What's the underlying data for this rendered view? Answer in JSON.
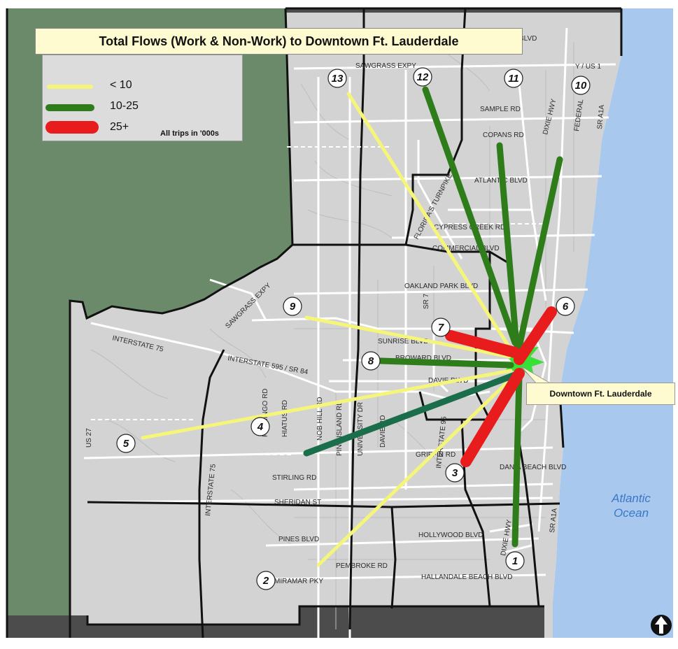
{
  "title": "Total Flows (Work & Non-Work) to Downtown Ft. Lauderdale",
  "legend": {
    "items": [
      {
        "label": "< 10",
        "color": "#f5f57a"
      },
      {
        "label": "10-25",
        "color": "#2e7d1a"
      },
      {
        "label": "25+",
        "color": "#e81c1c"
      }
    ],
    "note": "All trips in '000s"
  },
  "destination_label": "Downtown Ft. Lauderdale",
  "ocean_label": "Atlantic Ocean",
  "road_labels": {
    "sawgrass_expy_north": "SAWGRASS EXPY",
    "blvd_top": "BLVD",
    "us1": "Y / US 1",
    "sample_rd": "SAMPLE RD",
    "copans_rd": "COPANS RD",
    "dixie_hwy_north": "DIXIE HWY",
    "federal": "FEDERAL",
    "sr_a1a_north": "SR A1A",
    "atlantic_blvd": "ATLANTIC BLVD",
    "turnpike": "FLORIDA'S TURNPIKE",
    "cypress_creek": "CYPRESS CREEK RD",
    "commercial_blvd": "COMMERCIAL BLVD",
    "oakland_park": "OAKLAND PARK BLVD",
    "sr7": "SR 7",
    "sawgrass_expy_west": "SAWGRASS EXPY",
    "interstate75_north": "INTERSTATE 75",
    "sunrise_blvd": "SUNRISE BLVD",
    "broward_blvd": "BROWARD BLVD",
    "i595": "INTERSTATE 595 / SR 84",
    "davie_blvd": "DAVIE BLVD",
    "i95": "INTERSTATE 95",
    "us27": "US 27",
    "flamingo_rd": "FLAMINGO RD",
    "hiatus_rd": "HIATUS RD",
    "nob_hill_rd": "NOB HILL RD",
    "pine_island_rd": "PINE ISLAND RD",
    "university_dr": "UNIVERSITY DR",
    "davie_rd": "DAVIE RD",
    "griffin_rd": "GRIFFIN RD",
    "dania_beach": "DANIA BEACH BLVD",
    "stirling_rd": "STIRLING RD",
    "sheridan_st": "SHERIDAN ST",
    "interstate75_south": "INTERSTATE 75",
    "pines_blvd": "PINES BLVD",
    "hollywood_blvd": "HOLLYWOOD BLVD",
    "dixie_hwy_south": "DIXIE HWY",
    "sr_a1a_south": "SR A1A",
    "pembroke_rd": "PEMBROKE RD",
    "miramar_pky": "MIRAMAR PKY",
    "hallandale": "HALLANDALE BEACH BLVD"
  },
  "zones": [
    "1",
    "2",
    "3",
    "4",
    "5",
    "6",
    "7",
    "8",
    "9",
    "10",
    "11",
    "12",
    "13"
  ],
  "flows": [
    {
      "zone": "1",
      "class": "10-25"
    },
    {
      "zone": "2",
      "class": "< 10"
    },
    {
      "zone": "3",
      "class": "25+"
    },
    {
      "zone": "4",
      "class": "10-25"
    },
    {
      "zone": "5",
      "class": "< 10"
    },
    {
      "zone": "6",
      "class": "25+"
    },
    {
      "zone": "7",
      "class": "25+"
    },
    {
      "zone": "8",
      "class": "10-25"
    },
    {
      "zone": "9",
      "class": "< 10"
    },
    {
      "zone": "10",
      "class": "10-25"
    },
    {
      "zone": "11",
      "class": "10-25"
    },
    {
      "zone": "12",
      "class": "10-25"
    },
    {
      "zone": "13",
      "class": "< 10"
    }
  ],
  "colors": {
    "land": "#d3d3d3",
    "everglades": "#6a8a6a",
    "water": "#a8c8ee",
    "roads": "#ffffff",
    "borders": "#111111",
    "downtown": "#38e038",
    "flow_4": "#1a6e4a"
  },
  "icons": {
    "north_arrow": "north-arrow-icon"
  }
}
